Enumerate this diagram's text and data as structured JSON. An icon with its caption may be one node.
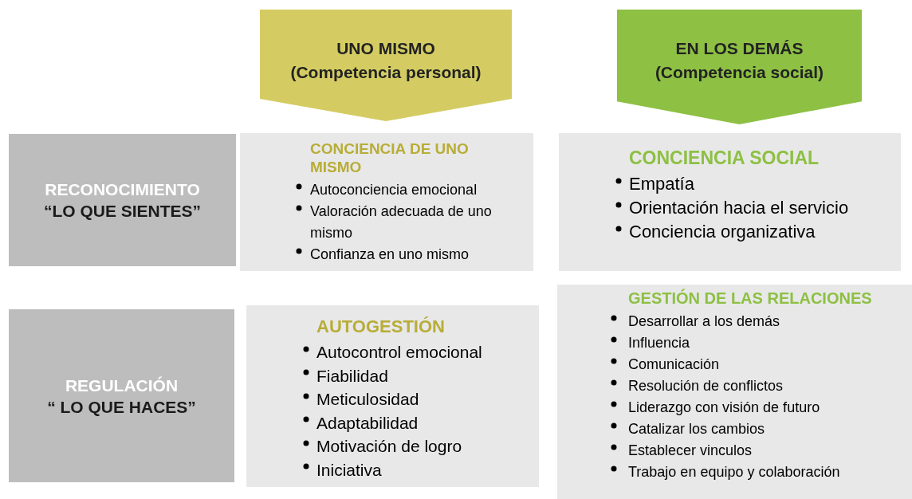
{
  "diagram": {
    "nodes": [
      {
        "text": [
          "UNO MISMO",
          "(Competencia personal)"
        ]
      },
      {
        "text": [
          "EN LOS DEMÁS",
          "(Competencia social)"
        ]
      },
      {
        "text": [
          "RECONOCIMIENTO",
          "“LO QUE SIENTES”"
        ]
      },
      {
        "text": [
          "CONCIENCIA DE UNO MISMO",
          "Autoconciencia emocional",
          "Valoración adecuada de uno mismo",
          "Confianza en uno mismo"
        ]
      },
      {
        "text": [
          "CONCIENCIA SOCIAL",
          "Empatía",
          "Orientación hacia el servicio",
          "Conciencia organizativa"
        ]
      },
      {
        "text": [
          "REGULACIÓN",
          "“ LO QUE HACES”"
        ]
      },
      {
        "text": [
          "AUTOGESTIÓN",
          "Autocontrol emocional",
          "Fiabilidad",
          "Meticulosidad",
          "Adaptabilidad",
          "Motivación de logro",
          "Iniciativa"
        ]
      },
      {
        "text": [
          "GESTIÓN DE LAS RELACIONES",
          "Desarrollar a los demás",
          "Influencia",
          "Comunicación",
          "Resolución de conflictos",
          "Liderazgo con visión de futuro",
          "Catalizar los cambios",
          "Establecer vinculos",
          "Trabajo en equipo y colaboración"
        ]
      }
    ]
  }
}
